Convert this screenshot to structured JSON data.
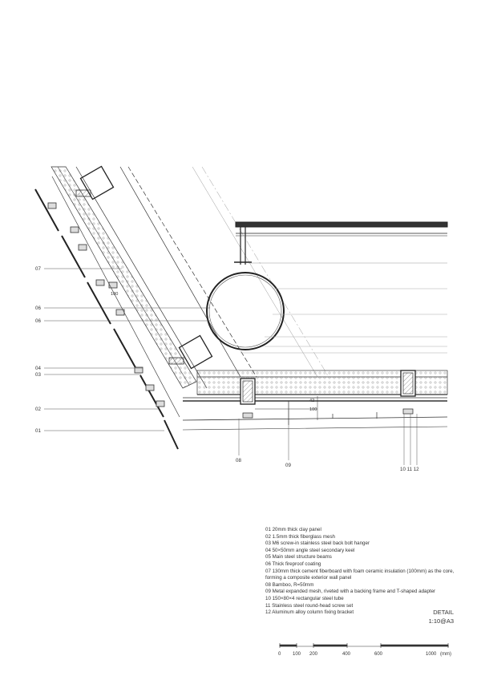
{
  "callouts_left": {
    "c07": "07",
    "c06a": "06",
    "c06b": "06",
    "c04": "04",
    "c03": "03",
    "c02": "02",
    "c01": "01"
  },
  "callouts_bottom": {
    "c08": "08",
    "c09": "09",
    "c10_11_12": "10 11 12"
  },
  "dimensions": {
    "d100_left": "100",
    "d42": "42",
    "d100_bottom": "100"
  },
  "legend": [
    "01 20mm thick clay panel",
    "02 1.5mm thick fiberglass mesh",
    "03 M6 screw-in stainless steel back bolt hanger",
    "04 50×50mm angle steel secondary keel",
    "05 Main steel structure beams",
    "06 Thick fireproof coating",
    "07 130mm thick cement fiberboard with foam ceramic insulation (100mm) as the core, forming a composite exterior wall panel",
    "08 Bamboo,   R=50mm",
    "09 Metal expanded mesh, riveted with a backing frame and T-shaped adapter",
    "10 150×80×4 rectangular steel tube",
    "11 Stainless steel round-head screw set",
    "12 Aluminum alloy column fixing bracket"
  ],
  "title": {
    "line1": "DETAIL",
    "line2": "1:10@A3"
  },
  "scale_bar": {
    "t0": "0",
    "t100": "100",
    "t200": "200",
    "t400": "400",
    "t600": "600",
    "t1000": "1000",
    "unit": "(mm)"
  }
}
